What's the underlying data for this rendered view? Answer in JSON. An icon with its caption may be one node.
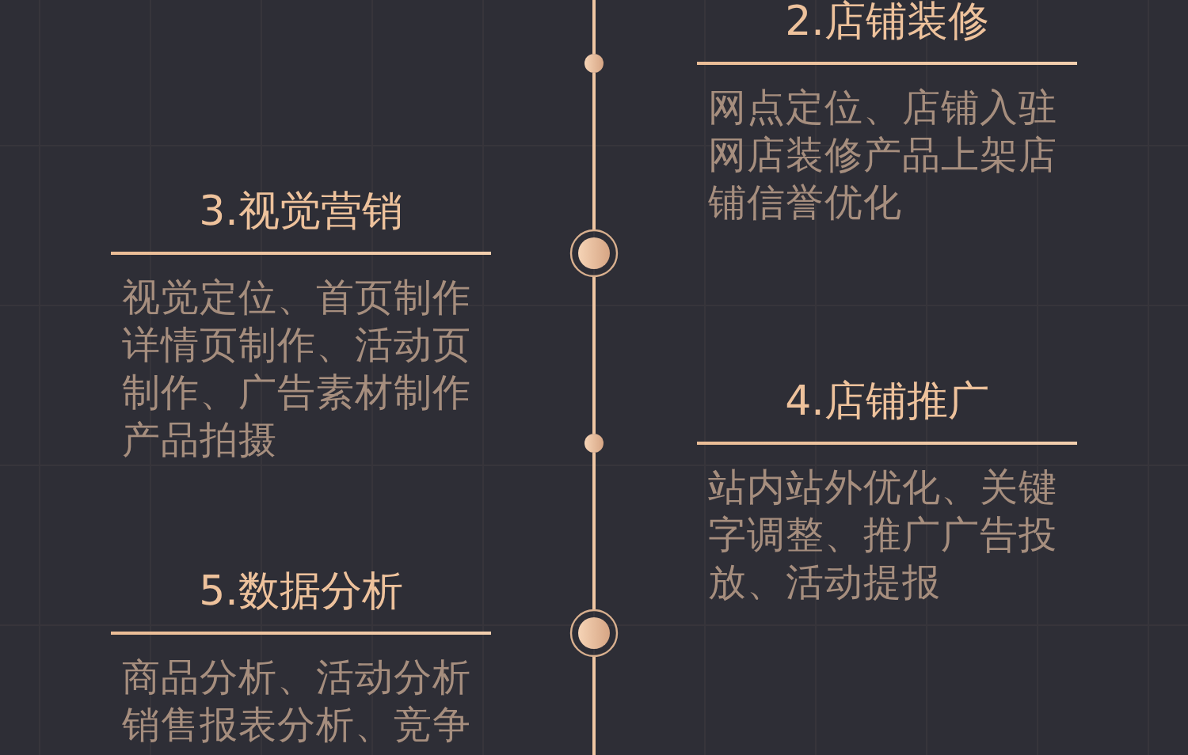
{
  "diagram": {
    "nodes": [
      {
        "text": [],
        "shape": "circle",
        "beside": [
          "2.店铺装修",
          "网点定位、店铺入驻网店装修产品上架店铺信誉优化"
        ]
      },
      {
        "text": [],
        "shape": "circle",
        "beside": [
          "3.视觉营销",
          "视觉定位、首页制作详情页制作、活动页制作、广告素材制作产品拍摄"
        ]
      },
      {
        "text": [],
        "shape": "circle",
        "beside": [
          "4.店铺推广",
          "站内站外优化、关键字调整、推广广告投放、活动提报"
        ]
      },
      {
        "text": [],
        "shape": "circle",
        "beside": [
          "5.数据分析",
          "商品分析、活动分析销售报表分析、竞争"
        ]
      }
    ],
    "edges": [
      {
        "from": null,
        "to": 0,
        "arrow": "none"
      },
      {
        "from": 0,
        "to": 1,
        "arrow": "none"
      },
      {
        "from": 1,
        "to": 2,
        "arrow": "none"
      },
      {
        "from": 2,
        "to": 3,
        "arrow": "none"
      },
      {
        "from": 3,
        "to": null,
        "arrow": "none"
      }
    ]
  }
}
